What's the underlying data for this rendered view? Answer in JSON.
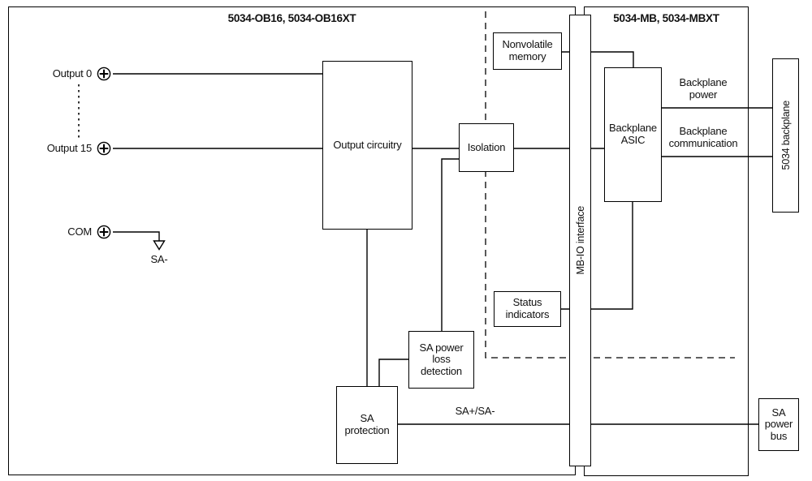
{
  "titles": {
    "left_module": "5034-OB16, 5034-OB16XT",
    "right_module": "5034-MB, 5034-MBXT"
  },
  "terminals": {
    "output_0": "Output 0",
    "output_15": "Output 15",
    "com": "COM",
    "sa_minus": "SA-"
  },
  "blocks": {
    "output_circuitry": "Output circuitry",
    "isolation": "Isolation",
    "nonvolatile_memory": "Nonvolatile\nmemory",
    "status_indicators": "Status\nindicators",
    "backplane_asic": "Backplane\nASIC",
    "mb_io_interface": "MB-IO interface",
    "backplane_5034": "5034 backplane",
    "sa_power_loss_detection": "SA power\nloss\ndetection",
    "sa_protection": "SA\nprotection",
    "sa_power_bus": "SA\npower\nbus"
  },
  "line_labels": {
    "backplane_power": "Backplane\npower",
    "backplane_communication": "Backplane\ncommunication",
    "sa_bus": "SA+/SA-"
  },
  "colors": {
    "line": "#000000",
    "background": "#ffffff",
    "text": "#111111"
  }
}
